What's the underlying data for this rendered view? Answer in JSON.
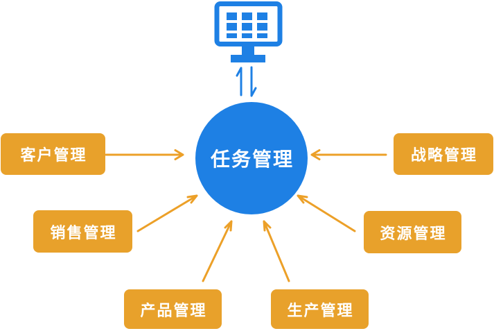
{
  "diagram": {
    "type": "hub-and-spoke",
    "center": {
      "id": "center",
      "label": "任务管理"
    },
    "icons": {
      "device": "monitor-with-data-grid-icon",
      "sync": "up-down-sync-arrows-icon"
    },
    "nodes": [
      {
        "id": "customer",
        "label": "客户管理",
        "position": "middle-left"
      },
      {
        "id": "strategy",
        "label": "战略管理",
        "position": "middle-right"
      },
      {
        "id": "sales",
        "label": "销售管理",
        "position": "lower-left"
      },
      {
        "id": "resource",
        "label": "资源管理",
        "position": "lower-right"
      },
      {
        "id": "product",
        "label": "产品管理",
        "position": "bottom-left"
      },
      {
        "id": "production",
        "label": "生产管理",
        "position": "bottom-right"
      }
    ],
    "edges": [
      {
        "from": "customer",
        "to": "center"
      },
      {
        "from": "strategy",
        "to": "center"
      },
      {
        "from": "sales",
        "to": "center"
      },
      {
        "from": "resource",
        "to": "center"
      },
      {
        "from": "product",
        "to": "center"
      },
      {
        "from": "production",
        "to": "center"
      }
    ],
    "colors": {
      "accent-blue": "#1E80E4",
      "node-orange": "#E8A12B",
      "arrow-orange": "#ECA028",
      "label-white": "#FFFFFF"
    }
  }
}
